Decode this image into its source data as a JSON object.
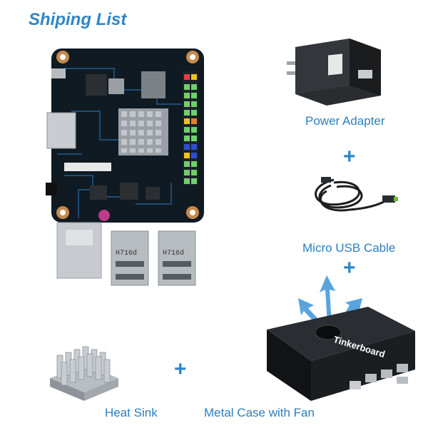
{
  "title": "Shiping List",
  "items": {
    "power_adapter": "Power Adapter",
    "usb_cable": "Micro USB Cable",
    "heat_sink": "Heat Sink",
    "case": "Metal Case with Fan"
  },
  "plus_sign": "+",
  "board": {
    "chip_marking": "H716d"
  },
  "case_brand": "Tinkerboard",
  "colors": {
    "accent": "#2f86c8",
    "board": "#0f1a22",
    "board_trace": "#2a74b8",
    "header_green": "#6fd06a"
  }
}
